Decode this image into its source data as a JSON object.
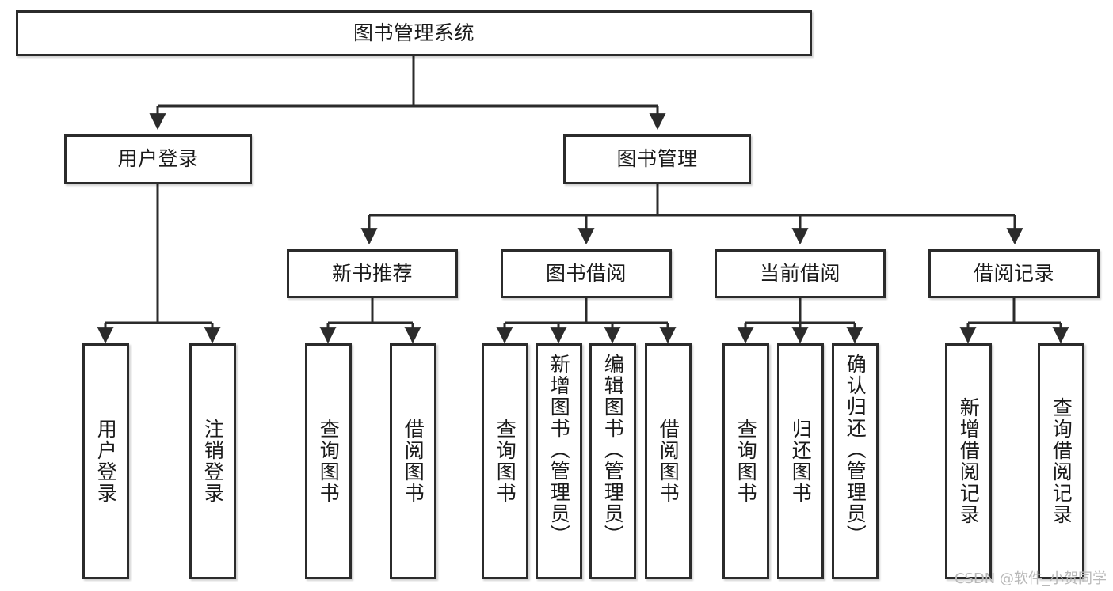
{
  "diagram": {
    "type": "tree-hierarchy",
    "title": "图书管理系统",
    "watermark": "CSDN @软件_小贺同学",
    "colors": {
      "box_border": "#2b2b2b",
      "box_fill": "#ffffff",
      "edge": "#2b2b2b",
      "text": "#1a1a1a",
      "watermark": "#b8b8b8",
      "background": "#ffffff"
    },
    "nodes": {
      "root": {
        "label": "图书管理系统"
      },
      "level2": [
        {
          "id": "user-login",
          "label": "用户登录"
        },
        {
          "id": "book-manage",
          "label": "图书管理"
        }
      ],
      "level3": [
        {
          "id": "new-book-rec",
          "label": "新书推荐"
        },
        {
          "id": "book-borrow",
          "label": "图书借阅"
        },
        {
          "id": "current-borrow",
          "label": "当前借阅"
        },
        {
          "id": "borrow-record",
          "label": "借阅记录"
        }
      ],
      "leaves": {
        "user-login": [
          {
            "id": "leaf-user-login",
            "label": "用户登录"
          },
          {
            "id": "leaf-logout",
            "label": "注销登录"
          }
        ],
        "new-book-rec": [
          {
            "id": "leaf-query-book-1",
            "label": "查询图书"
          },
          {
            "id": "leaf-borrow-book-1",
            "label": "借阅图书"
          }
        ],
        "book-borrow": [
          {
            "id": "leaf-query-book-2",
            "label": "查询图书"
          },
          {
            "id": "leaf-add-book",
            "label": "新增图书（管理员）"
          },
          {
            "id": "leaf-edit-book",
            "label": "编辑图书（管理员）"
          },
          {
            "id": "leaf-borrow-book-2",
            "label": "借阅图书"
          }
        ],
        "current-borrow": [
          {
            "id": "leaf-query-book-3",
            "label": "查询图书"
          },
          {
            "id": "leaf-return-book",
            "label": "归还图书"
          },
          {
            "id": "leaf-confirm-return",
            "label": "确认归还（管理员）"
          }
        ],
        "borrow-record": [
          {
            "id": "leaf-add-record",
            "label": "新增借阅记录"
          },
          {
            "id": "leaf-query-record",
            "label": "查询借阅记录"
          }
        ]
      }
    }
  }
}
